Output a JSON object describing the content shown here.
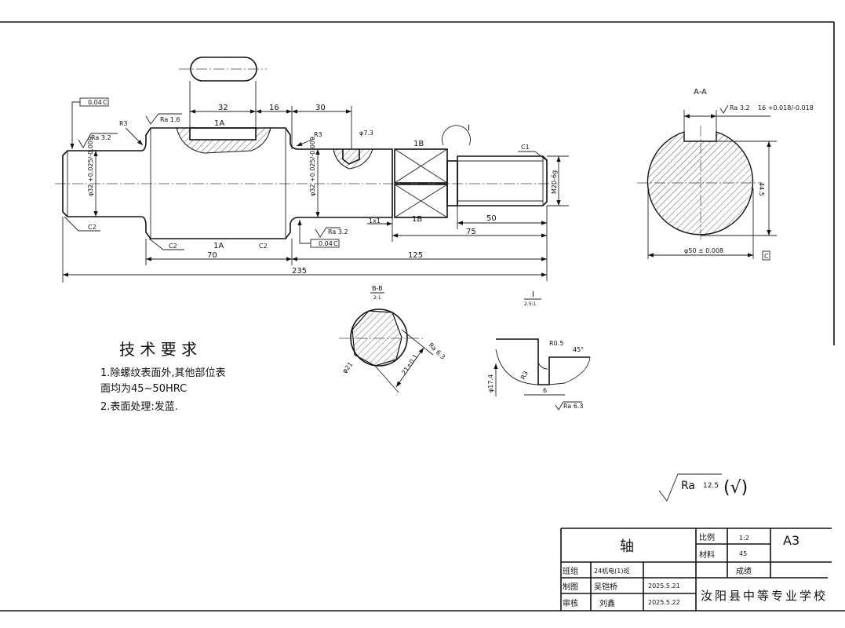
{
  "main_view": {
    "dims": {
      "d32": "32",
      "d16": "16",
      "d30": "30",
      "d70": "70",
      "d125": "125",
      "d235": "235",
      "d75": "75",
      "d50": "50"
    },
    "labels": {
      "r3_left": "R3",
      "r3_mid": "R3",
      "ra_left": "Ra 3.2",
      "ra_top": "Ra 1.6",
      "ra_mid": "Ra 3.2",
      "c2_left": "C2",
      "c2_a": "C2",
      "c2_b": "C2",
      "c1": "C1",
      "tol_left": "0.04",
      "tol_mid": "0.04",
      "datum": "C",
      "dia_left": "φ32 +0.025/-0.009",
      "dia_mid": "φ32 +0.025/-0.009",
      "dia_thread": "M20-6g",
      "hole": "φ7.3",
      "sec_1a_top": "1A",
      "sec_1a_bot": "1A",
      "sec_1b_top": "1B",
      "sec_1b_bot": "1B",
      "undercut": "1x1",
      "detail_mark": "I"
    }
  },
  "section_aa": {
    "title": "A-A",
    "ra": "Ra 3.2",
    "key_width": "16 +0.018/-0.018",
    "depth": "44.5",
    "diameter": "φ50 ± 0.008",
    "datum": "C"
  },
  "section_bb": {
    "title": "B-B",
    "scale": "2:1",
    "dia": "φ21",
    "width": "21±0.1",
    "ra": "Ra 6.3"
  },
  "detail_i": {
    "title": "I",
    "scale": "2.5:1",
    "r_small": "R0.5",
    "angle": "45°",
    "r3": "R3",
    "dia": "φ17.4",
    "width": "6",
    "ra": "Ra 6.3"
  },
  "tech_req": {
    "title": "技 术 要 求",
    "line1": "1.除螺纹表面外,其他部位表",
    "line2": "面均为45~50HRC",
    "line3": "2.表面处理:发蓝."
  },
  "roughness_note": {
    "ra": "Ra",
    "value": "12.5",
    "mark": "(√)"
  },
  "title_block": {
    "part_name": "轴",
    "scale_label": "比例",
    "scale_value": "1:2",
    "material_label": "材料",
    "material_value": "45",
    "sheet": "A3",
    "class_label": "班组",
    "class_value": "24机电(1)班",
    "grade_label": "成绩",
    "drawn_label": "制图",
    "drawn_by": "吴铠桥",
    "drawn_date": "2025.5.21",
    "check_label": "审核",
    "checked_by": "刘鑫",
    "check_date": "2025.5.22",
    "school": "汝阳县中等专业学校"
  }
}
